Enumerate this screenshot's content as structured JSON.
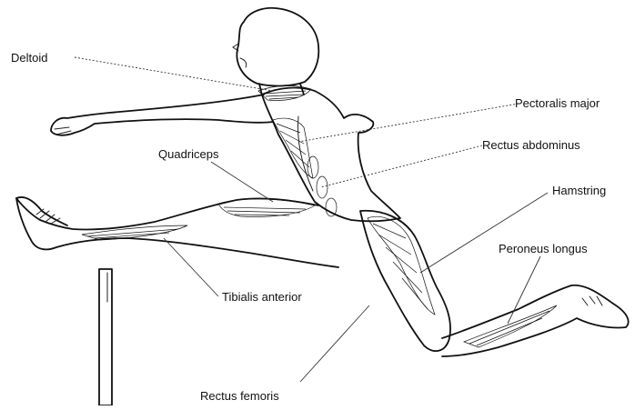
{
  "figure": {
    "subject": "hurdler-muscle-anatomy",
    "labels": {
      "deltoid": "Deltoid",
      "pectoralis_major": "Pectoralis major",
      "rectus_abdominus": "Rectus abdominus",
      "quadriceps": "Quadriceps",
      "hamstring": "Hamstring",
      "peroneus_longus": "Peroneus longus",
      "tibialis_anterior": "Tibialis anterior",
      "rectus_femoris": "Rectus femoris"
    }
  }
}
